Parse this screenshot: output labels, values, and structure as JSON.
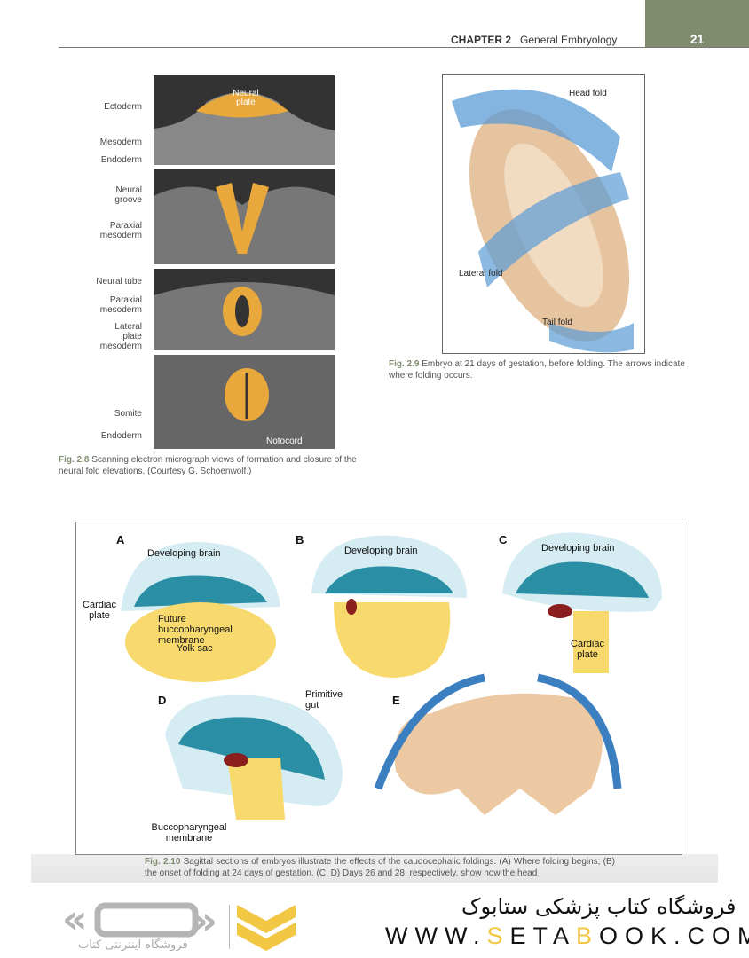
{
  "header": {
    "chapter": "CHAPTER 2",
    "title": "General Embryology",
    "page": "21"
  },
  "fig28": {
    "labels": [
      "Ectoderm",
      "Mesoderm",
      "Endoderm",
      "Neural groove",
      "Paraxial mesoderm",
      "Neural tube",
      "Paraxial mesoderm",
      "Lateral plate mesoderm",
      "Somite",
      "Endoderm"
    ],
    "in_labels": [
      "Neural plate",
      "Notocord"
    ],
    "caption_num": "Fig. 2.8",
    "caption": "Scanning electron micrograph views of formation and closure of the neural fold elevations. (Courtesy G. Schoenwolf.)"
  },
  "fig29": {
    "labels": [
      "Head fold",
      "Lateral fold",
      "Tail fold"
    ],
    "caption_num": "Fig. 2.9",
    "caption": "Embryo at 21 days of gestation, before folding. The arrows indicate where folding occurs."
  },
  "fig210": {
    "panels": [
      "A",
      "B",
      "C",
      "D",
      "E"
    ],
    "labels": {
      "brainA": "Developing brain",
      "brainB": "Developing brain",
      "brainC": "Developing brain",
      "cardiacA": "Cardiac plate",
      "buccoA": "Future buccopharyngeal membrane",
      "yolk": "Yolk sac",
      "cardiacC": "Cardiac plate",
      "gut": "Primitive gut",
      "buccoD": "Buccopharyngeal membrane"
    },
    "caption_num": "Fig. 2.10",
    "caption": "Sagittal sections of embryos illustrate the effects of the caudocephalic foldings. (A) Where folding begins; (B) the onset of folding at 24 days of gestation. (C, D) Days 26 and 28, respectively, show how the head"
  },
  "footer": {
    "logo_text": "فروشگاه اینترنتی کتاب",
    "store": "فروشگاه کتاب پزشکی ستابوک",
    "url_parts": [
      "WWW.",
      "S",
      "ETA",
      "B",
      "OOK.COM"
    ]
  }
}
